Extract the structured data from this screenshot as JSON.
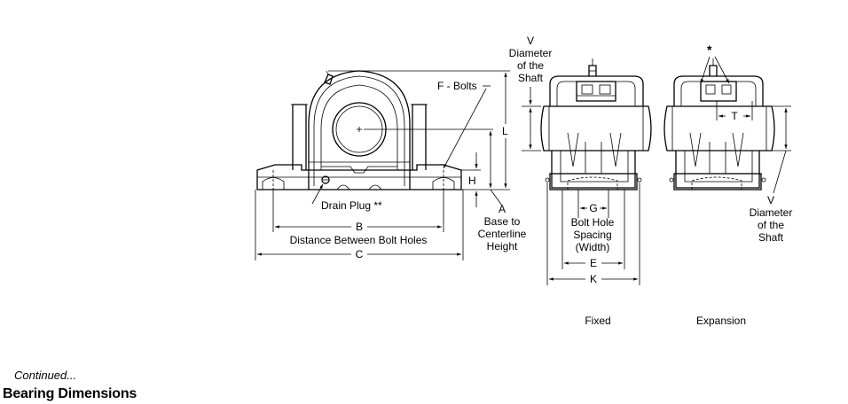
{
  "labels": {
    "v_top_1": "V",
    "v_top_2": "Diameter",
    "v_top_3": "of the",
    "v_top_4": "Shaft",
    "f_bolts": "F - Bolts",
    "l": "L",
    "h": "H",
    "drain_plug": "Drain Plug **",
    "a_1": "A",
    "a_2": "Base to",
    "a_3": "Centerline",
    "a_4": "Height",
    "b": "B",
    "b_desc": "Distance Between Bolt Holes",
    "c": "C",
    "g": "G",
    "g_1": "Bolt Hole",
    "g_2": "Spacing",
    "g_3": "(Width)",
    "e": "E",
    "k": "K",
    "star": "*",
    "t": "T",
    "v_right_1": "V",
    "v_right_2": "Diameter",
    "v_right_3": "of the",
    "v_right_4": "Shaft",
    "fixed": "Fixed",
    "expansion": "Expansion"
  },
  "footer": {
    "continued": "Continued...",
    "heading": "Bearing Dimensions"
  }
}
